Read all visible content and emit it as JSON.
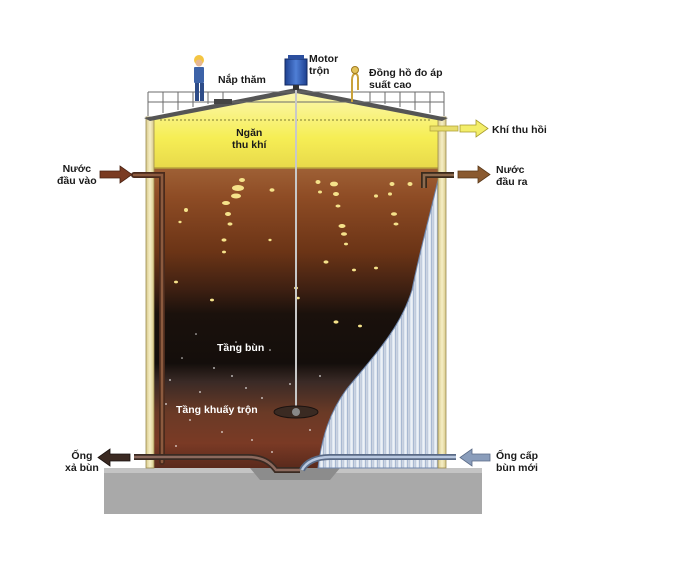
{
  "labels": {
    "inspection_hatch": "Nắp thăm",
    "motor_line1": "Motor",
    "motor_line2": "trộn",
    "gauge_line1": "Đồng hồ đo áp",
    "gauge_line2": "suất cao",
    "gas_chamber_line1": "Ngăn",
    "gas_chamber_line2": "thu khí",
    "gas_out": "Khí thu hồi",
    "water_in_line1": "Nước",
    "water_in_line2": "đầu vào",
    "water_out_line1": "Nước",
    "water_out_line2": "đầu ra",
    "sludge_layer": "Tầng bùn",
    "mixing_layer": "Tầng khuấy trộn",
    "drain_line1": "Ống",
    "drain_line2": "xả bùn",
    "feed_line1": "Ống cấp",
    "feed_line2": "bùn mới"
  },
  "colors": {
    "gas_yellow": "#f7f06a",
    "water_brown": "#8a4a22",
    "sludge_black": "#1a1310",
    "mix_brown": "#6b3a22",
    "inlet_arrow": "#7a3b22",
    "outlet_arrow": "#8a5a30",
    "gas_arrow": "#f3ee6a",
    "drain_arrow": "#3b2a22",
    "feed_arrow": "#8a9dbb",
    "ground_gray": "#a6a6a6",
    "wall_cream": "#f1e7b0"
  },
  "icons": {
    "worker": "person-icon",
    "motor": "motor-icon",
    "gauge": "pressure-gauge-icon",
    "mixer": "propeller-icon"
  }
}
